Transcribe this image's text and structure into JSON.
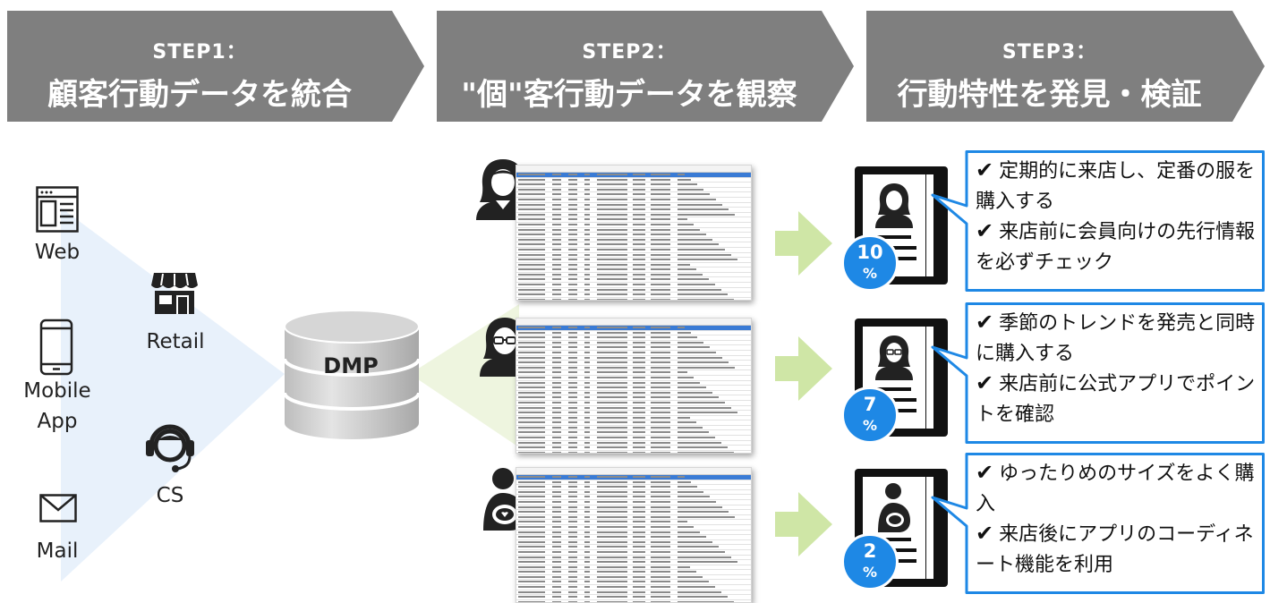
{
  "steps": [
    {
      "sub": "STEP1：",
      "main": "顧客行動データを統合"
    },
    {
      "sub": "STEP2：",
      "main": "\"個\"客行動データを観察"
    },
    {
      "sub": "STEP3：",
      "main": "行動特性を発見・検証"
    }
  ],
  "channels": {
    "web": {
      "label": "Web",
      "icon": "browser-window-icon"
    },
    "mobile": {
      "label": "Mobile\nApp",
      "icon": "smartphone-icon"
    },
    "mail": {
      "label": "Mail",
      "icon": "envelope-icon"
    },
    "retail": {
      "label": "Retail",
      "icon": "storefront-icon"
    },
    "cs": {
      "label": "CS",
      "icon": "headset-operator-icon"
    }
  },
  "dmp": {
    "label": "DMP",
    "icon": "database-cylinder-icon"
  },
  "personas": [
    {
      "icon": "woman-avatar-icon",
      "percent": "10",
      "percent_unit": "%",
      "points": [
        {
          "check": "✔",
          "text": "定期的に来店し、定番の服を購入する"
        },
        {
          "check": "✔",
          "text": "来店前に会員向けの先行情報を必ずチェック"
        }
      ]
    },
    {
      "icon": "glasses-woman-avatar-icon",
      "percent": "7",
      "percent_unit": "%",
      "points": [
        {
          "check": "✔",
          "text": "季節のトレンドを発売と同時に購入する"
        },
        {
          "check": "✔",
          "text": "来店前に公式アプリでポイントを確認"
        }
      ]
    },
    {
      "icon": "mother-with-baby-icon",
      "percent": "2",
      "percent_unit": "%",
      "points": [
        {
          "check": "✔",
          "text": "ゆったりめのサイズをよく購入"
        },
        {
          "check": "✔",
          "text": "来店後にアプリのコーディネート機能を利用"
        }
      ]
    }
  ],
  "colors": {
    "banner": "#7f7f7f",
    "funnel": "#e8f1fb",
    "observe": "#eef5df",
    "arrow": "#cfe6a6",
    "badge": "#1e88e5",
    "bubble_border": "#1e88e5"
  }
}
